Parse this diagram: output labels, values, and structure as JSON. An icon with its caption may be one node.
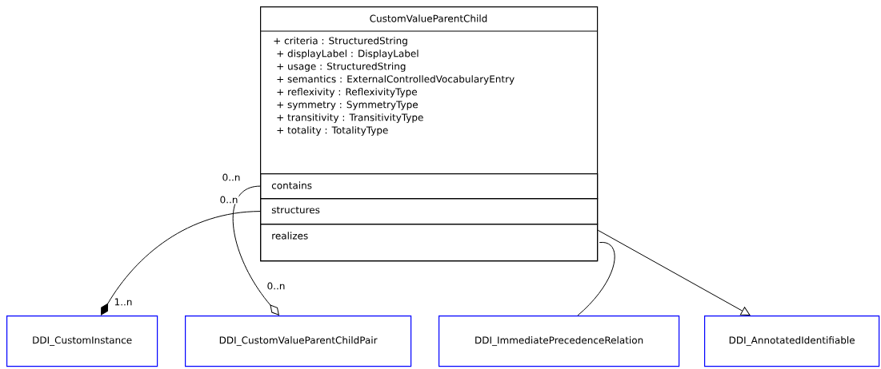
{
  "diagram": {
    "nodes": [
      {
        "text": [
          "CustomValueParentChild",
          "+ criteria : StructuredString",
          "+ displayLabel : DisplayLabel",
          "+ usage : StructuredString",
          "+ semantics : ExternalControlledVocabularyEntry",
          "+ reflexivity : ReflexivityType",
          "+ symmetry : SymmetryType",
          "+ transitivity : TransitivityType",
          "+ totality : TotalityType"
        ]
      },
      {
        "text": [
          "contains"
        ],
        "in": 0
      },
      {
        "text": [
          "structures"
        ],
        "in": 0
      },
      {
        "text": [
          "realizes"
        ],
        "in": 0
      },
      {
        "text": [
          "DDI_CustomInstance"
        ]
      },
      {
        "text": [
          "DDI_CustomValueParentChildPair"
        ]
      },
      {
        "text": [
          "DDI_ImmediatePrecedenceRelation"
        ]
      },
      {
        "text": [
          "DDI_AnnotatedIdentifiable"
        ]
      }
    ],
    "edges": [
      {
        "from": 1,
        "to": 5,
        "arrow": "other"
      },
      {
        "from": 2,
        "to": 4,
        "arrow": "other"
      },
      {
        "from": 3,
        "to": 6,
        "arrow": "none"
      },
      {
        "from": 0,
        "to": 7,
        "arrow": "to"
      }
    ],
    "labels": [
      "0..n",
      "0..n",
      "0..n",
      "1..n"
    ]
  }
}
